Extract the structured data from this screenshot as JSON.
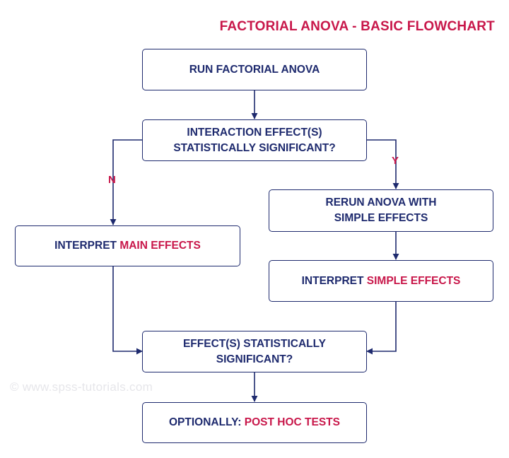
{
  "diagram": {
    "title": "FACTORIAL ANOVA - BASIC FLOWCHART",
    "watermark": "© www.spss-tutorials.com",
    "nodes": {
      "run_anova": {
        "text": "RUN FACTORIAL ANOVA"
      },
      "interaction": {
        "line1": "INTERACTION EFFECT(S)",
        "line2": "STATISTICALLY SIGNIFICANT?"
      },
      "main_effects": {
        "prefix": "INTERPRET ",
        "accent": "MAIN EFFECTS"
      },
      "rerun": {
        "line1": "RERUN ANOVA WITH",
        "line2": "SIMPLE EFFECTS"
      },
      "simple_effects": {
        "prefix": "INTERPRET ",
        "accent": "SIMPLE EFFECTS"
      },
      "effects_sig": {
        "line1": "EFFECT(S) STATISTICALLY",
        "line2": "SIGNIFICANT?"
      },
      "post_hoc": {
        "prefix": "OPTIONALLY: ",
        "accent": "POST HOC TESTS"
      }
    },
    "edge_labels": {
      "no": "N",
      "yes": "Y"
    }
  },
  "colors": {
    "navy": "#1e2a6e",
    "accent": "#c8174a",
    "watermark": "#e6e6ea"
  }
}
